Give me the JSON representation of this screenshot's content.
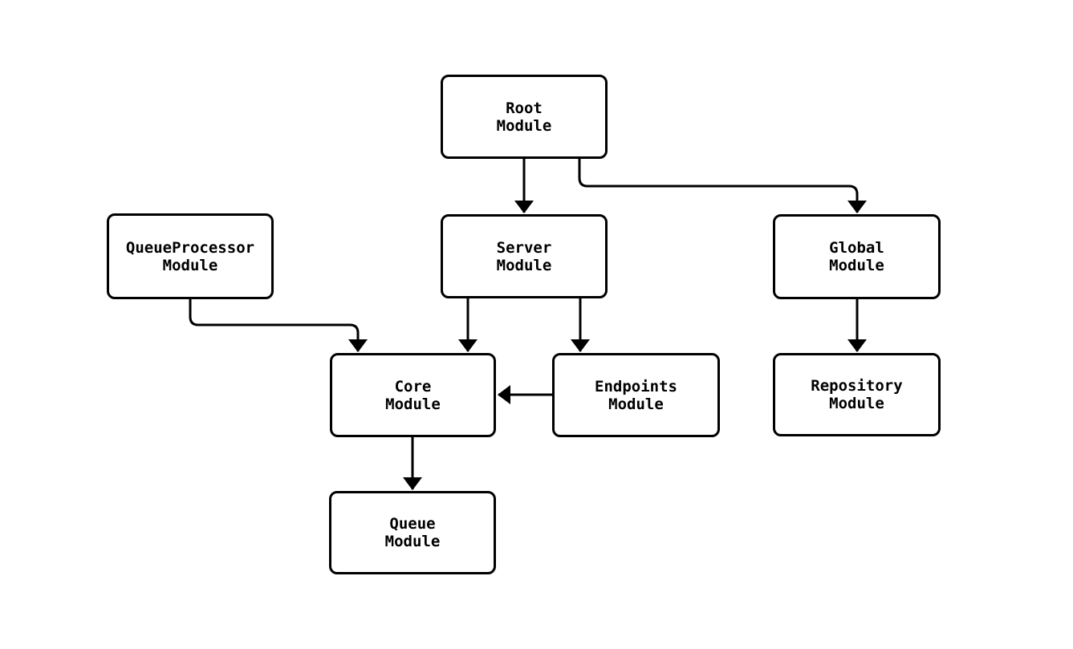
{
  "diagram": {
    "type": "flowchart",
    "background_color": "#ffffff",
    "node_fill_color": "#ffffff",
    "node_border_color": "#000000",
    "text_color": "#000000",
    "edge_color": "#000000",
    "nodes": [
      {
        "id": "root",
        "label": "Root\nModule"
      },
      {
        "id": "queueprocessor",
        "label": "QueueProcessor\nModule"
      },
      {
        "id": "server",
        "label": "Server\nModule"
      },
      {
        "id": "global",
        "label": "Global\nModule"
      },
      {
        "id": "core",
        "label": "Core\nModule"
      },
      {
        "id": "endpoints",
        "label": "Endpoints\nModule"
      },
      {
        "id": "repository",
        "label": "Repository\nModule"
      },
      {
        "id": "queue",
        "label": "Queue\nModule"
      }
    ],
    "edges": [
      {
        "from": "Root Module",
        "to": "Server Module"
      },
      {
        "from": "Root Module",
        "to": "Global Module"
      },
      {
        "from": "QueueProcessor Module",
        "to": "Core Module"
      },
      {
        "from": "Server Module",
        "to": "Core Module"
      },
      {
        "from": "Server Module",
        "to": "Endpoints Module"
      },
      {
        "from": "Endpoints Module",
        "to": "Core Module"
      },
      {
        "from": "Global Module",
        "to": "Repository Module"
      },
      {
        "from": "Core Module",
        "to": "Queue Module"
      }
    ]
  }
}
